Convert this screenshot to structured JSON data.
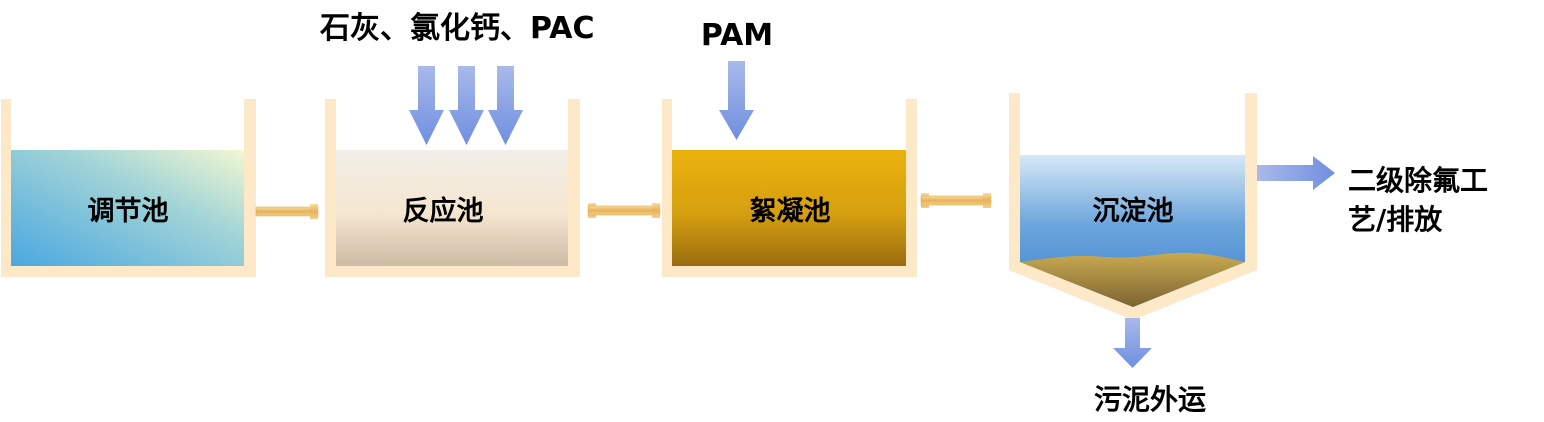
{
  "tanks": {
    "adjust": "调节池",
    "reaction": "反应池",
    "floc": "絮凝池",
    "settle": "沉淀池"
  },
  "inputs": {
    "chemicals": "石灰、氯化钙、PAC",
    "pam": "PAM"
  },
  "outputs": {
    "discharge_line1": "二级除氟工",
    "discharge_line2": "艺/排放",
    "sludge": "污泥外运"
  }
}
